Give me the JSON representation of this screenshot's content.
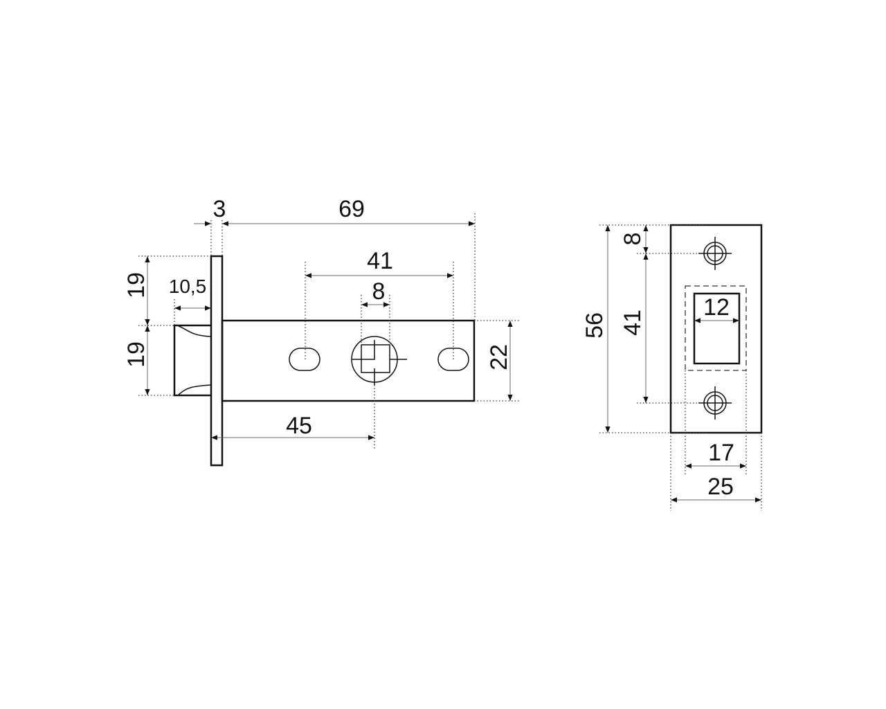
{
  "left_view": {
    "dim_faceplate_thickness": "3",
    "dim_backset_total": "69",
    "dim_hole_spacing": "41",
    "dim_spindle": "8",
    "dim_backset": "45",
    "dim_body_height": "22",
    "dim_upper_half": "19",
    "dim_lower_half": "19",
    "dim_latch_projection": "10,5"
  },
  "right_view": {
    "dim_height": "56",
    "dim_hole_offset": "8",
    "dim_hole_spacing": "41",
    "dim_opening_width": "12",
    "dim_recess_width": "17",
    "dim_plate_width": "25"
  }
}
